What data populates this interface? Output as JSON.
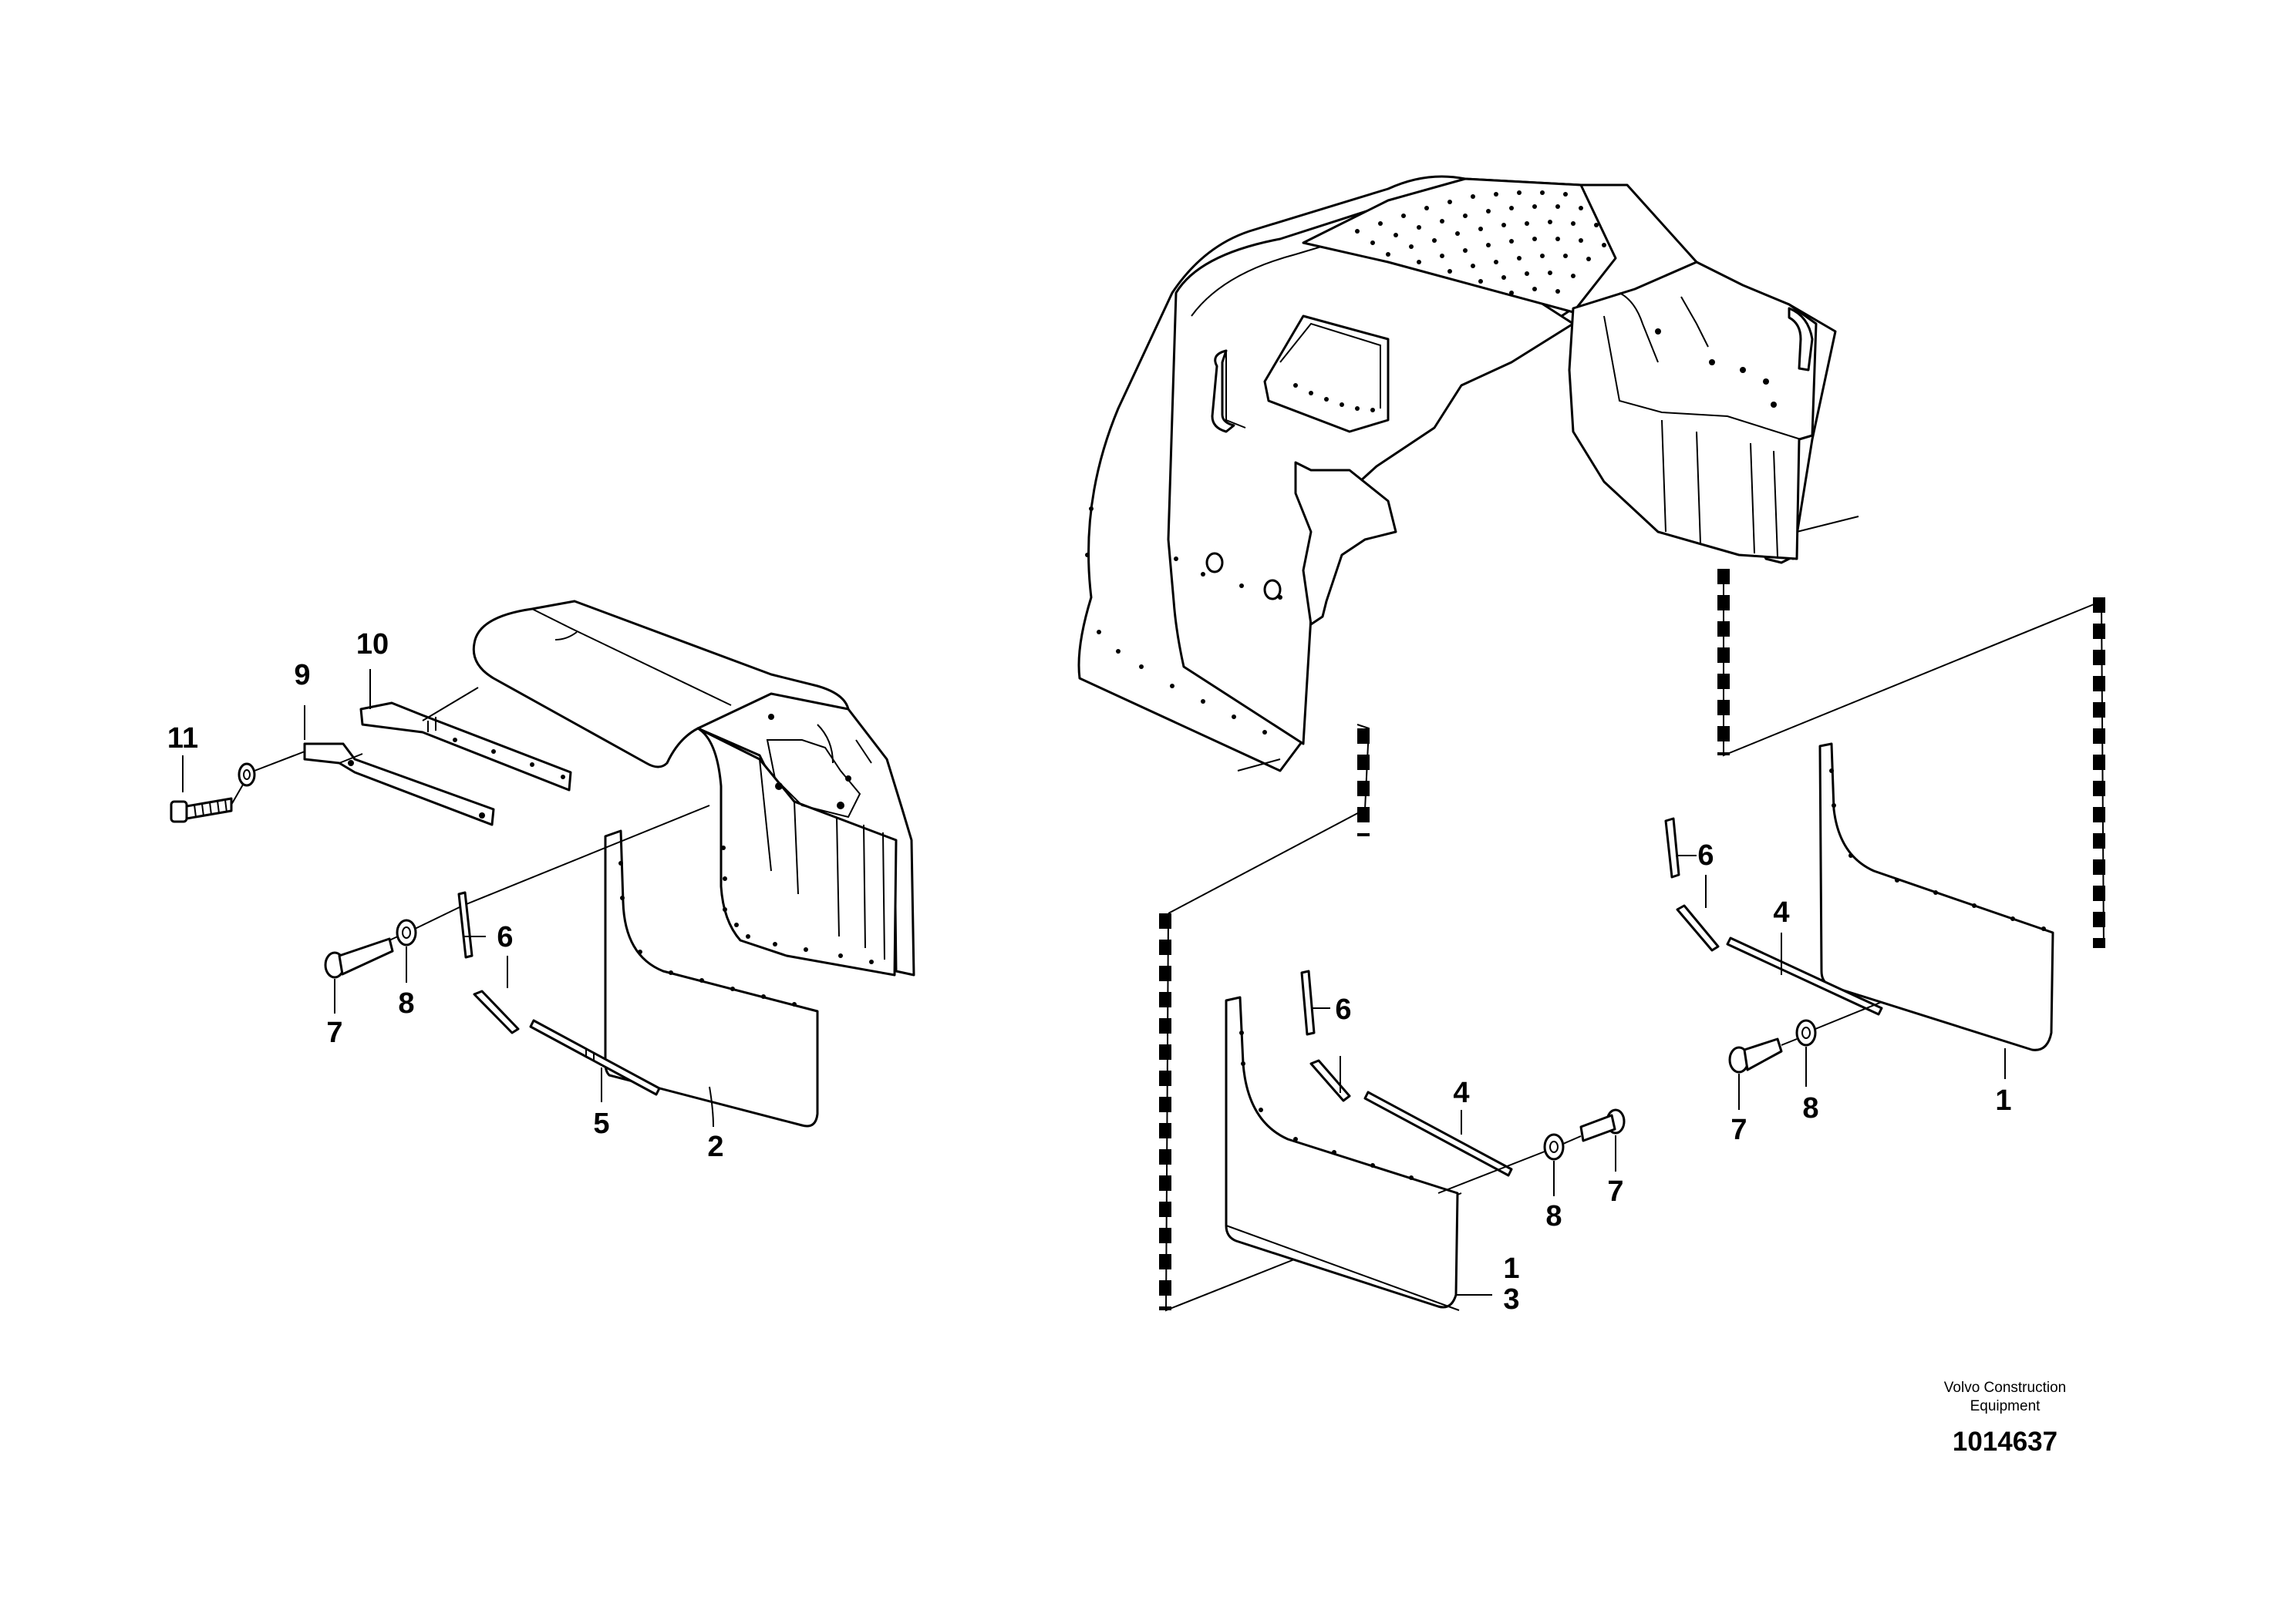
{
  "callouts": {
    "left": {
      "c11": "11",
      "c9": "9",
      "c10": "10",
      "c6": "6",
      "c7": "7",
      "c8": "8",
      "c5": "5",
      "c2": "2"
    },
    "right": {
      "c6a": "6",
      "c4a": "4",
      "c7a": "7",
      "c8a": "8",
      "c1a": "1",
      "c6b": "6",
      "c4b": "4",
      "c8b": "8",
      "c7b": "7",
      "c1b": "1",
      "c3b": "3"
    }
  },
  "footer": {
    "brand_line1": "Volvo Construction",
    "brand_line2": "Equipment",
    "drawing_number": "1014637"
  }
}
